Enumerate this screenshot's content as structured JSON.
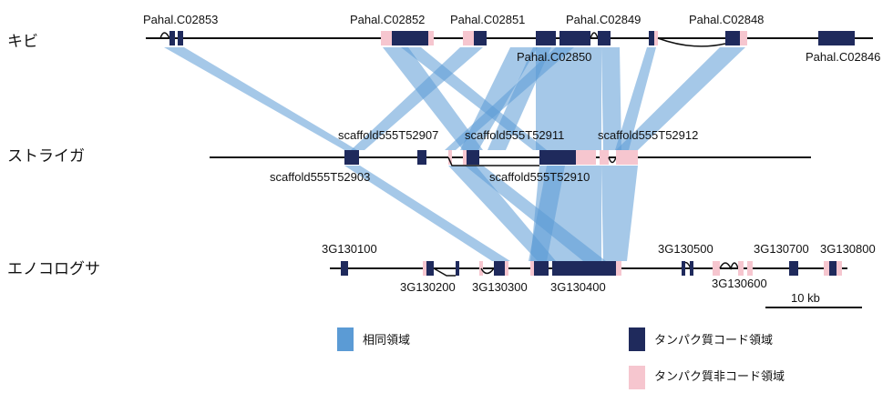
{
  "species": {
    "kibi": "キビ",
    "striga": "ストライガ",
    "enokorogusa": "エノコログサ"
  },
  "genes": {
    "top": [
      "Pahal.C02853",
      "Pahal.C02852",
      "Pahal.C02851",
      "Pahal.C02849",
      "Pahal.C02848",
      "Pahal.C02850",
      "Pahal.C02846"
    ],
    "mid": [
      "scaffold555T52907",
      "scaffold555T52911",
      "scaffold555T52912",
      "scaffold555T52903",
      "scaffold555T52910"
    ],
    "bot": [
      "3G130100",
      "3G130500",
      "3G130700",
      "3G130800",
      "3G130200",
      "3G130300",
      "3G130400",
      "3G130600"
    ]
  },
  "scale_bar": "10 kb",
  "legend": {
    "homology": "相同領域",
    "coding": "タンパク質コード領域",
    "noncoding": "タンパク質非コード領域"
  },
  "colors": {
    "homology": "#5b9bd5",
    "coding": "#1f2a5c",
    "noncoding": "#f6c6cf",
    "line": "#111111"
  }
}
